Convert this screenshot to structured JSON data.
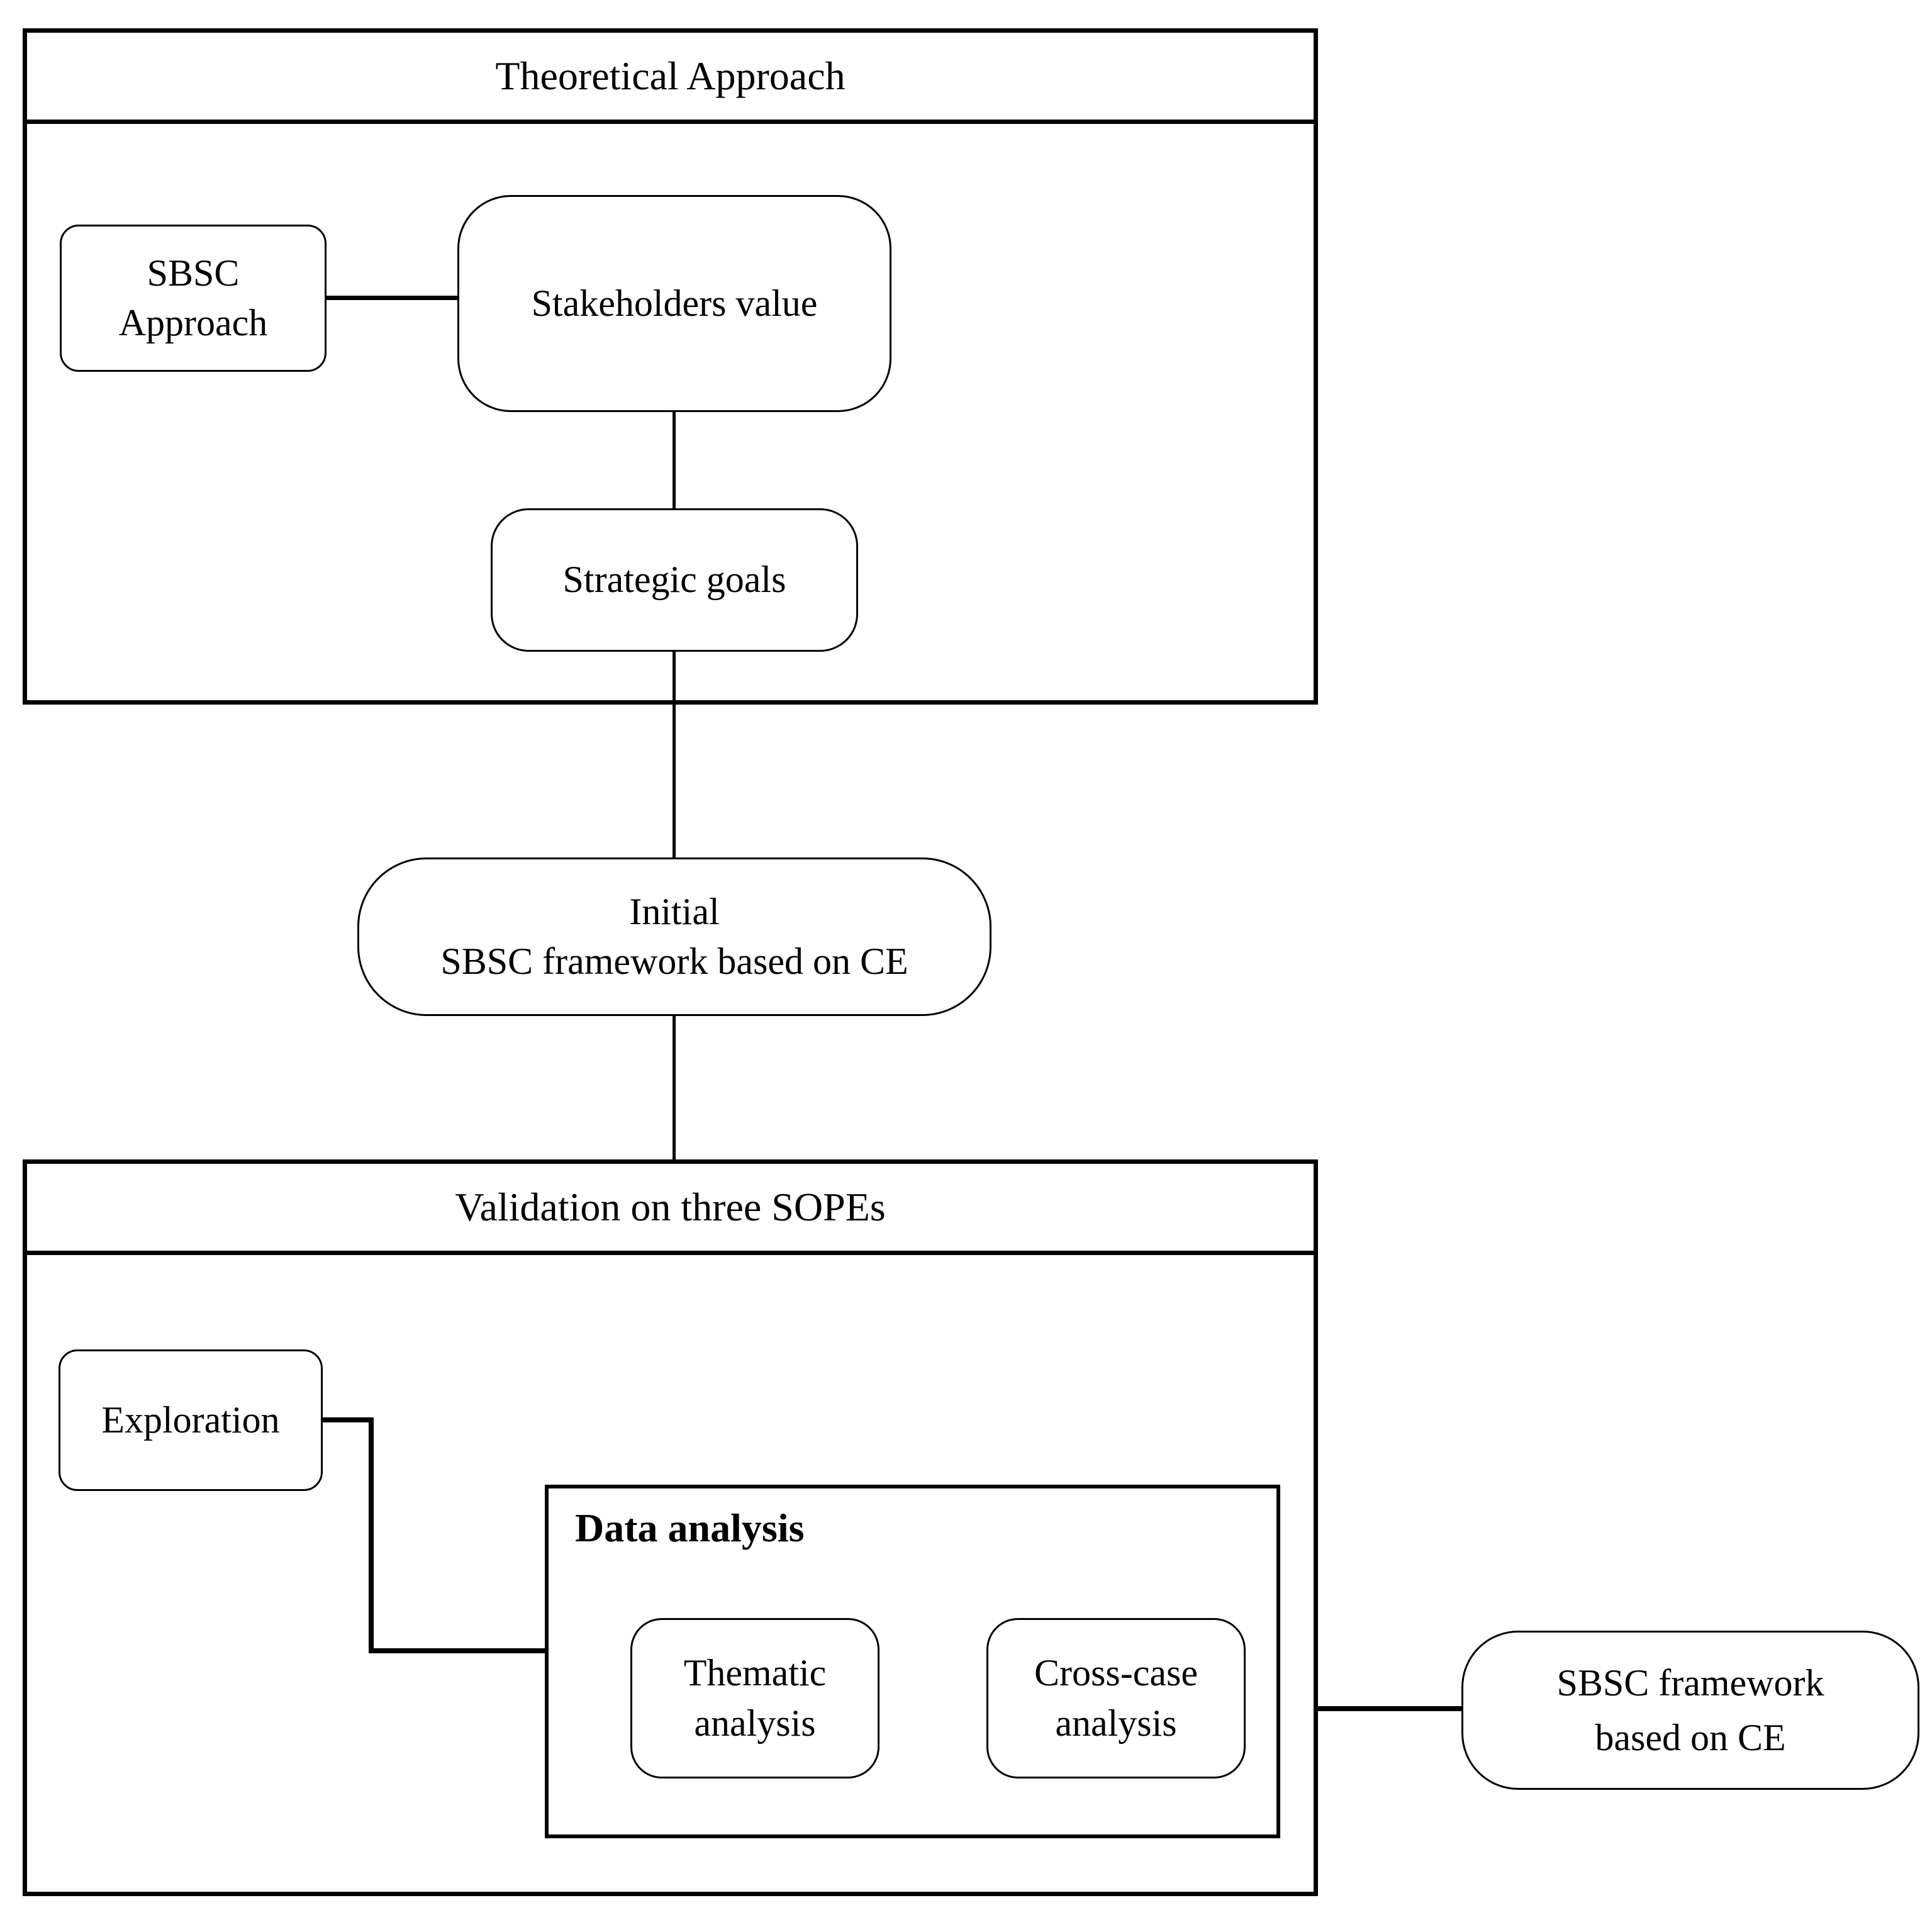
{
  "diagram": {
    "colors": {
      "line": "#000000",
      "background": "#ffffff"
    },
    "theoretical": {
      "title": "Theoretical Approach",
      "nodes": {
        "sbsc_approach": {
          "line1": "SBSC",
          "line2": "Approach"
        },
        "stakeholders": {
          "label": "Stakeholders value"
        },
        "strategic": {
          "label": "Strategic goals"
        }
      }
    },
    "initial": {
      "line1": "Initial",
      "line2": "SBSC framework based on CE"
    },
    "validation": {
      "title": "Validation on three SOPEs",
      "nodes": {
        "exploration": {
          "label": "Exploration"
        },
        "data_analysis": {
          "title": "Data analysis",
          "thematic": {
            "line1": "Thematic",
            "line2": "analysis"
          },
          "cross_case": {
            "line1": "Cross-case",
            "line2": "analysis"
          }
        }
      }
    },
    "result": {
      "line1": "SBSC framework",
      "line2": "based on CE"
    }
  }
}
